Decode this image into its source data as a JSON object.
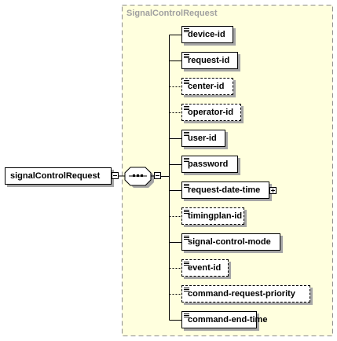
{
  "diagram": {
    "type_name": "SignalControlRequest",
    "root": {
      "label": "signalControlRequest"
    },
    "compositor": "sequence",
    "elements": [
      {
        "label": "device-id",
        "optional": false,
        "expandable": false
      },
      {
        "label": "request-id",
        "optional": false,
        "expandable": false
      },
      {
        "label": "center-id",
        "optional": true,
        "expandable": false
      },
      {
        "label": "operator-id",
        "optional": true,
        "expandable": false
      },
      {
        "label": "user-id",
        "optional": false,
        "expandable": false
      },
      {
        "label": "password",
        "optional": false,
        "expandable": false
      },
      {
        "label": "request-date-time",
        "optional": false,
        "expandable": true
      },
      {
        "label": "timingplan-id",
        "optional": true,
        "expandable": false
      },
      {
        "label": "signal-control-mode",
        "optional": false,
        "expandable": false
      },
      {
        "label": "event-id",
        "optional": true,
        "expandable": false
      },
      {
        "label": "command-request-priority",
        "optional": true,
        "expandable": false
      },
      {
        "label": "command-end-time",
        "optional": false,
        "expandable": false
      }
    ]
  }
}
